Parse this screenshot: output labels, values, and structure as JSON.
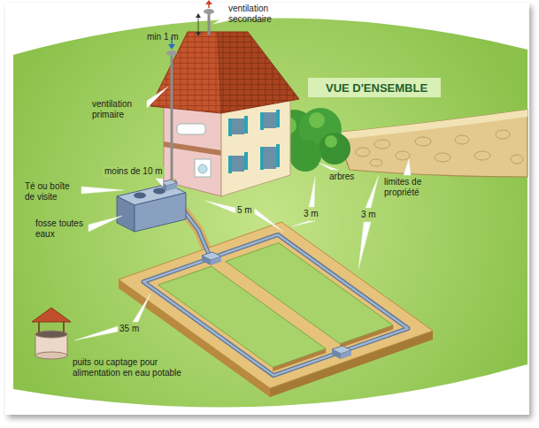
{
  "diagram": {
    "title": "VUE D'ENSEMBLE",
    "labels": [
      "min 1 m",
      "ventilation secondaire",
      "ventilation primaire",
      "moins de 10 m",
      "Té ou boîte de visite",
      "fosse toutes eaux",
      "5 m",
      "arbres",
      "3 m",
      "limites de propriété",
      "3 m",
      "35 m",
      "puits ou captage pour alimentation en eau potable"
    ]
  }
}
